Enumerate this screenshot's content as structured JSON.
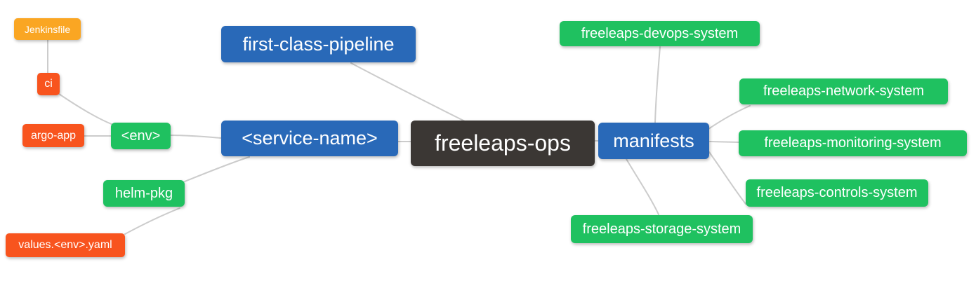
{
  "colors": {
    "root_node": "#3B3734",
    "branch_node": "#2969B8",
    "green_leaf": "#1FC160",
    "orange_leaf": "#F8541E",
    "amber_leaf": "#FAA623",
    "connector": "#CCCCCC",
    "node_text": "#FFFFFF",
    "background": "#FFFFFF"
  },
  "diagram": {
    "root": {
      "label": "freeleaps-ops"
    },
    "nodes": {
      "first_class_pipeline": {
        "label": "first-class-pipeline"
      },
      "service_name": {
        "label": "<service-name>"
      },
      "env": {
        "label": "<env>"
      },
      "ci": {
        "label": "ci"
      },
      "jenkinsfile": {
        "label": "Jenkinsfile"
      },
      "argo_app": {
        "label": "argo-app"
      },
      "helm_pkg": {
        "label": "helm-pkg"
      },
      "values_env_yaml": {
        "label": "values.<env>.yaml"
      },
      "manifests": {
        "label": "manifests"
      },
      "freeleaps_devops_system": {
        "label": "freeleaps-devops-system"
      },
      "freeleaps_network_system": {
        "label": "freeleaps-network-system"
      },
      "freeleaps_monitoring_system": {
        "label": "freeleaps-monitoring-system"
      },
      "freeleaps_controls_system": {
        "label": "freeleaps-controls-system"
      },
      "freeleaps_storage_system": {
        "label": "freeleaps-storage-system"
      }
    },
    "edges": [
      [
        "Jenkinsfile",
        "ci"
      ],
      [
        "ci",
        "<env>"
      ],
      [
        "argo-app",
        "<env>"
      ],
      [
        "<env>",
        "<service-name>"
      ],
      [
        "helm-pkg",
        "<service-name>"
      ],
      [
        "values.<env>.yaml",
        "helm-pkg"
      ],
      [
        "first-class-pipeline",
        "freeleaps-ops"
      ],
      [
        "<service-name>",
        "freeleaps-ops"
      ],
      [
        "freeleaps-ops",
        "manifests"
      ],
      [
        "manifests",
        "freeleaps-devops-system"
      ],
      [
        "manifests",
        "freeleaps-network-system"
      ],
      [
        "manifests",
        "freeleaps-monitoring-system"
      ],
      [
        "manifests",
        "freeleaps-controls-system"
      ],
      [
        "manifests",
        "freeleaps-storage-system"
      ]
    ]
  }
}
